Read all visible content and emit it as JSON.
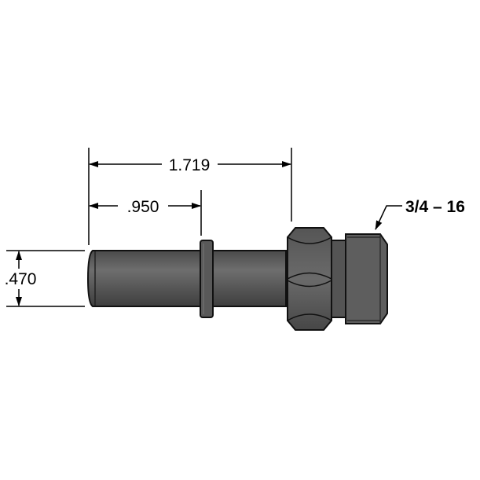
{
  "dimensions": {
    "overall_length": "1.719",
    "groove_position": ".950",
    "shank_diameter": ".470"
  },
  "callouts": {
    "thread_spec": "3/4 – 16"
  },
  "colors": {
    "part_fill": "#5b5b5b",
    "part_dark": "#3a3a3a",
    "part_light": "#7a7a7a",
    "outline": "#111111",
    "dimension_line": "#000000"
  }
}
